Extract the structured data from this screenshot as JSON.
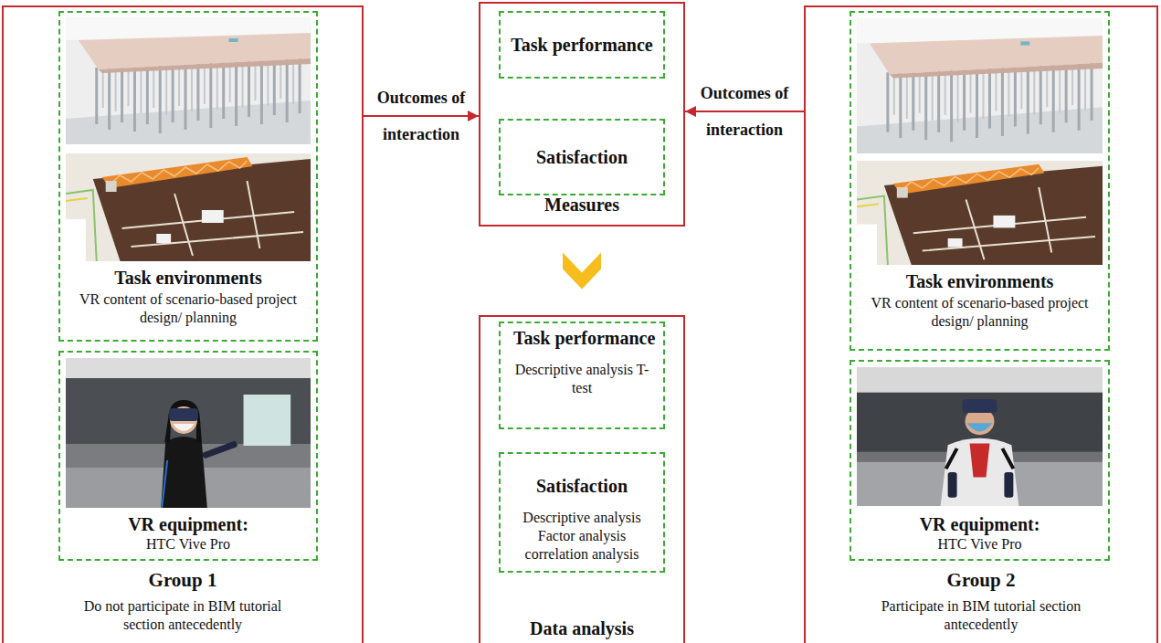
{
  "diagram": {
    "nodes": [
      {
        "text": [
          "Group 1",
          "Do not participate in BIM tutorial section antecedently"
        ]
      },
      {
        "text": [
          "Task environments",
          "VR content of scenario-based project design/ planning"
        ],
        "in": 0
      },
      {
        "text": [
          "VR equipment:",
          "HTC Vive Pro"
        ],
        "in": 0
      },
      {
        "text": [
          "Measures"
        ]
      },
      {
        "text": [
          "Task performance"
        ],
        "in": 3
      },
      {
        "text": [
          "Satisfaction"
        ],
        "in": 3
      },
      {
        "text": [
          "Data analysis"
        ]
      },
      {
        "text": [
          "Task performance",
          "Descriptive analysis T-test"
        ],
        "in": 6
      },
      {
        "text": [
          "Satisfaction",
          "Descriptive analysis Factor analysis correlation analysis"
        ],
        "in": 6
      },
      {
        "text": [
          "Group 2",
          "Participate in BIM tutorial section antecedently"
        ]
      },
      {
        "text": [
          "Task environments",
          "VR content of scenario-based project design/ planning"
        ],
        "in": 9
      },
      {
        "text": [
          "VR equipment:",
          "HTC Vive Pro"
        ],
        "in": 9
      }
    ],
    "edges": [
      {
        "from": 0,
        "to": 3,
        "label": "Outcomes of interaction",
        "arrow": "to"
      },
      {
        "from": 9,
        "to": 3,
        "label": "Outcomes of interaction",
        "arrow": "to"
      },
      {
        "from": 3,
        "to": 6,
        "arrow": "to"
      }
    ]
  }
}
